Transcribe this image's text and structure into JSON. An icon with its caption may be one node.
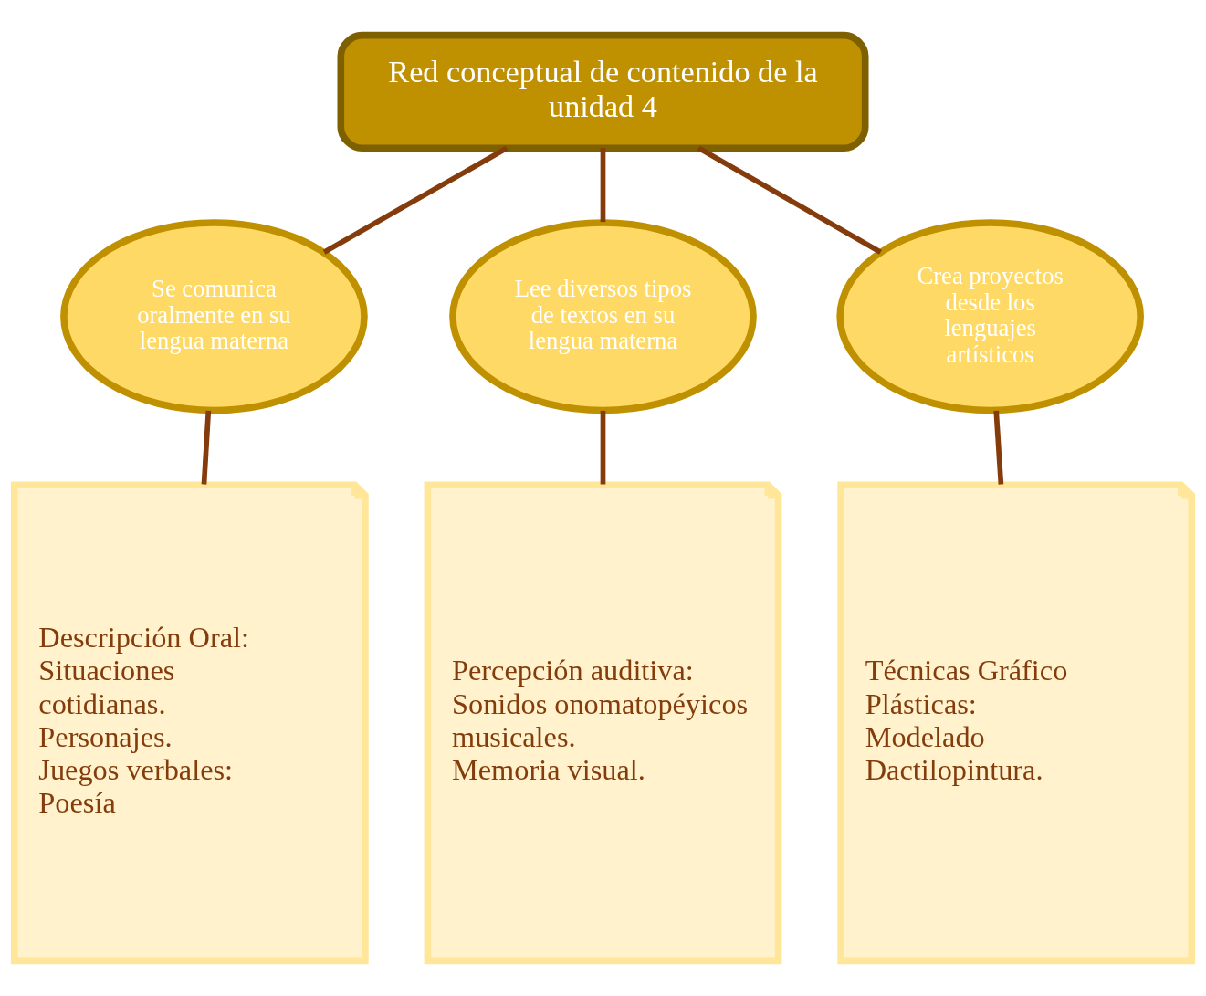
{
  "diagram": {
    "nodes": [
      {
        "text": [
          "Red conceptual de contenido de la unidad 4"
        ]
      },
      {
        "text": [
          "Se comunica oralmente en su lengua materna"
        ]
      },
      {
        "text": [
          "Lee diversos tipos de textos en su lengua materna"
        ]
      },
      {
        "text": [
          "Crea proyectos desde los lenguajes artísticos"
        ]
      },
      {
        "text": [
          "Descripción Oral:",
          "Situaciones cotidianas.",
          "Personajes.",
          "Juegos verbales:",
          "Poesía"
        ]
      },
      {
        "text": [
          "Percepción auditiva:",
          "Sonidos onomatopéyicos musicales.",
          "Memoria visual."
        ]
      },
      {
        "text": [
          "Técnicas Gráfico Plásticas:",
          "Modelado",
          "Dactilopintura."
        ]
      }
    ],
    "edges": [
      {
        "from": 0,
        "to": 1,
        "arrow": "none"
      },
      {
        "from": 0,
        "to": 2,
        "arrow": "none"
      },
      {
        "from": 0,
        "to": 3,
        "arrow": "none"
      },
      {
        "from": 1,
        "to": 4,
        "arrow": "none"
      },
      {
        "from": 2,
        "to": 5,
        "arrow": "none"
      },
      {
        "from": 3,
        "to": 6,
        "arrow": "none"
      }
    ]
  }
}
